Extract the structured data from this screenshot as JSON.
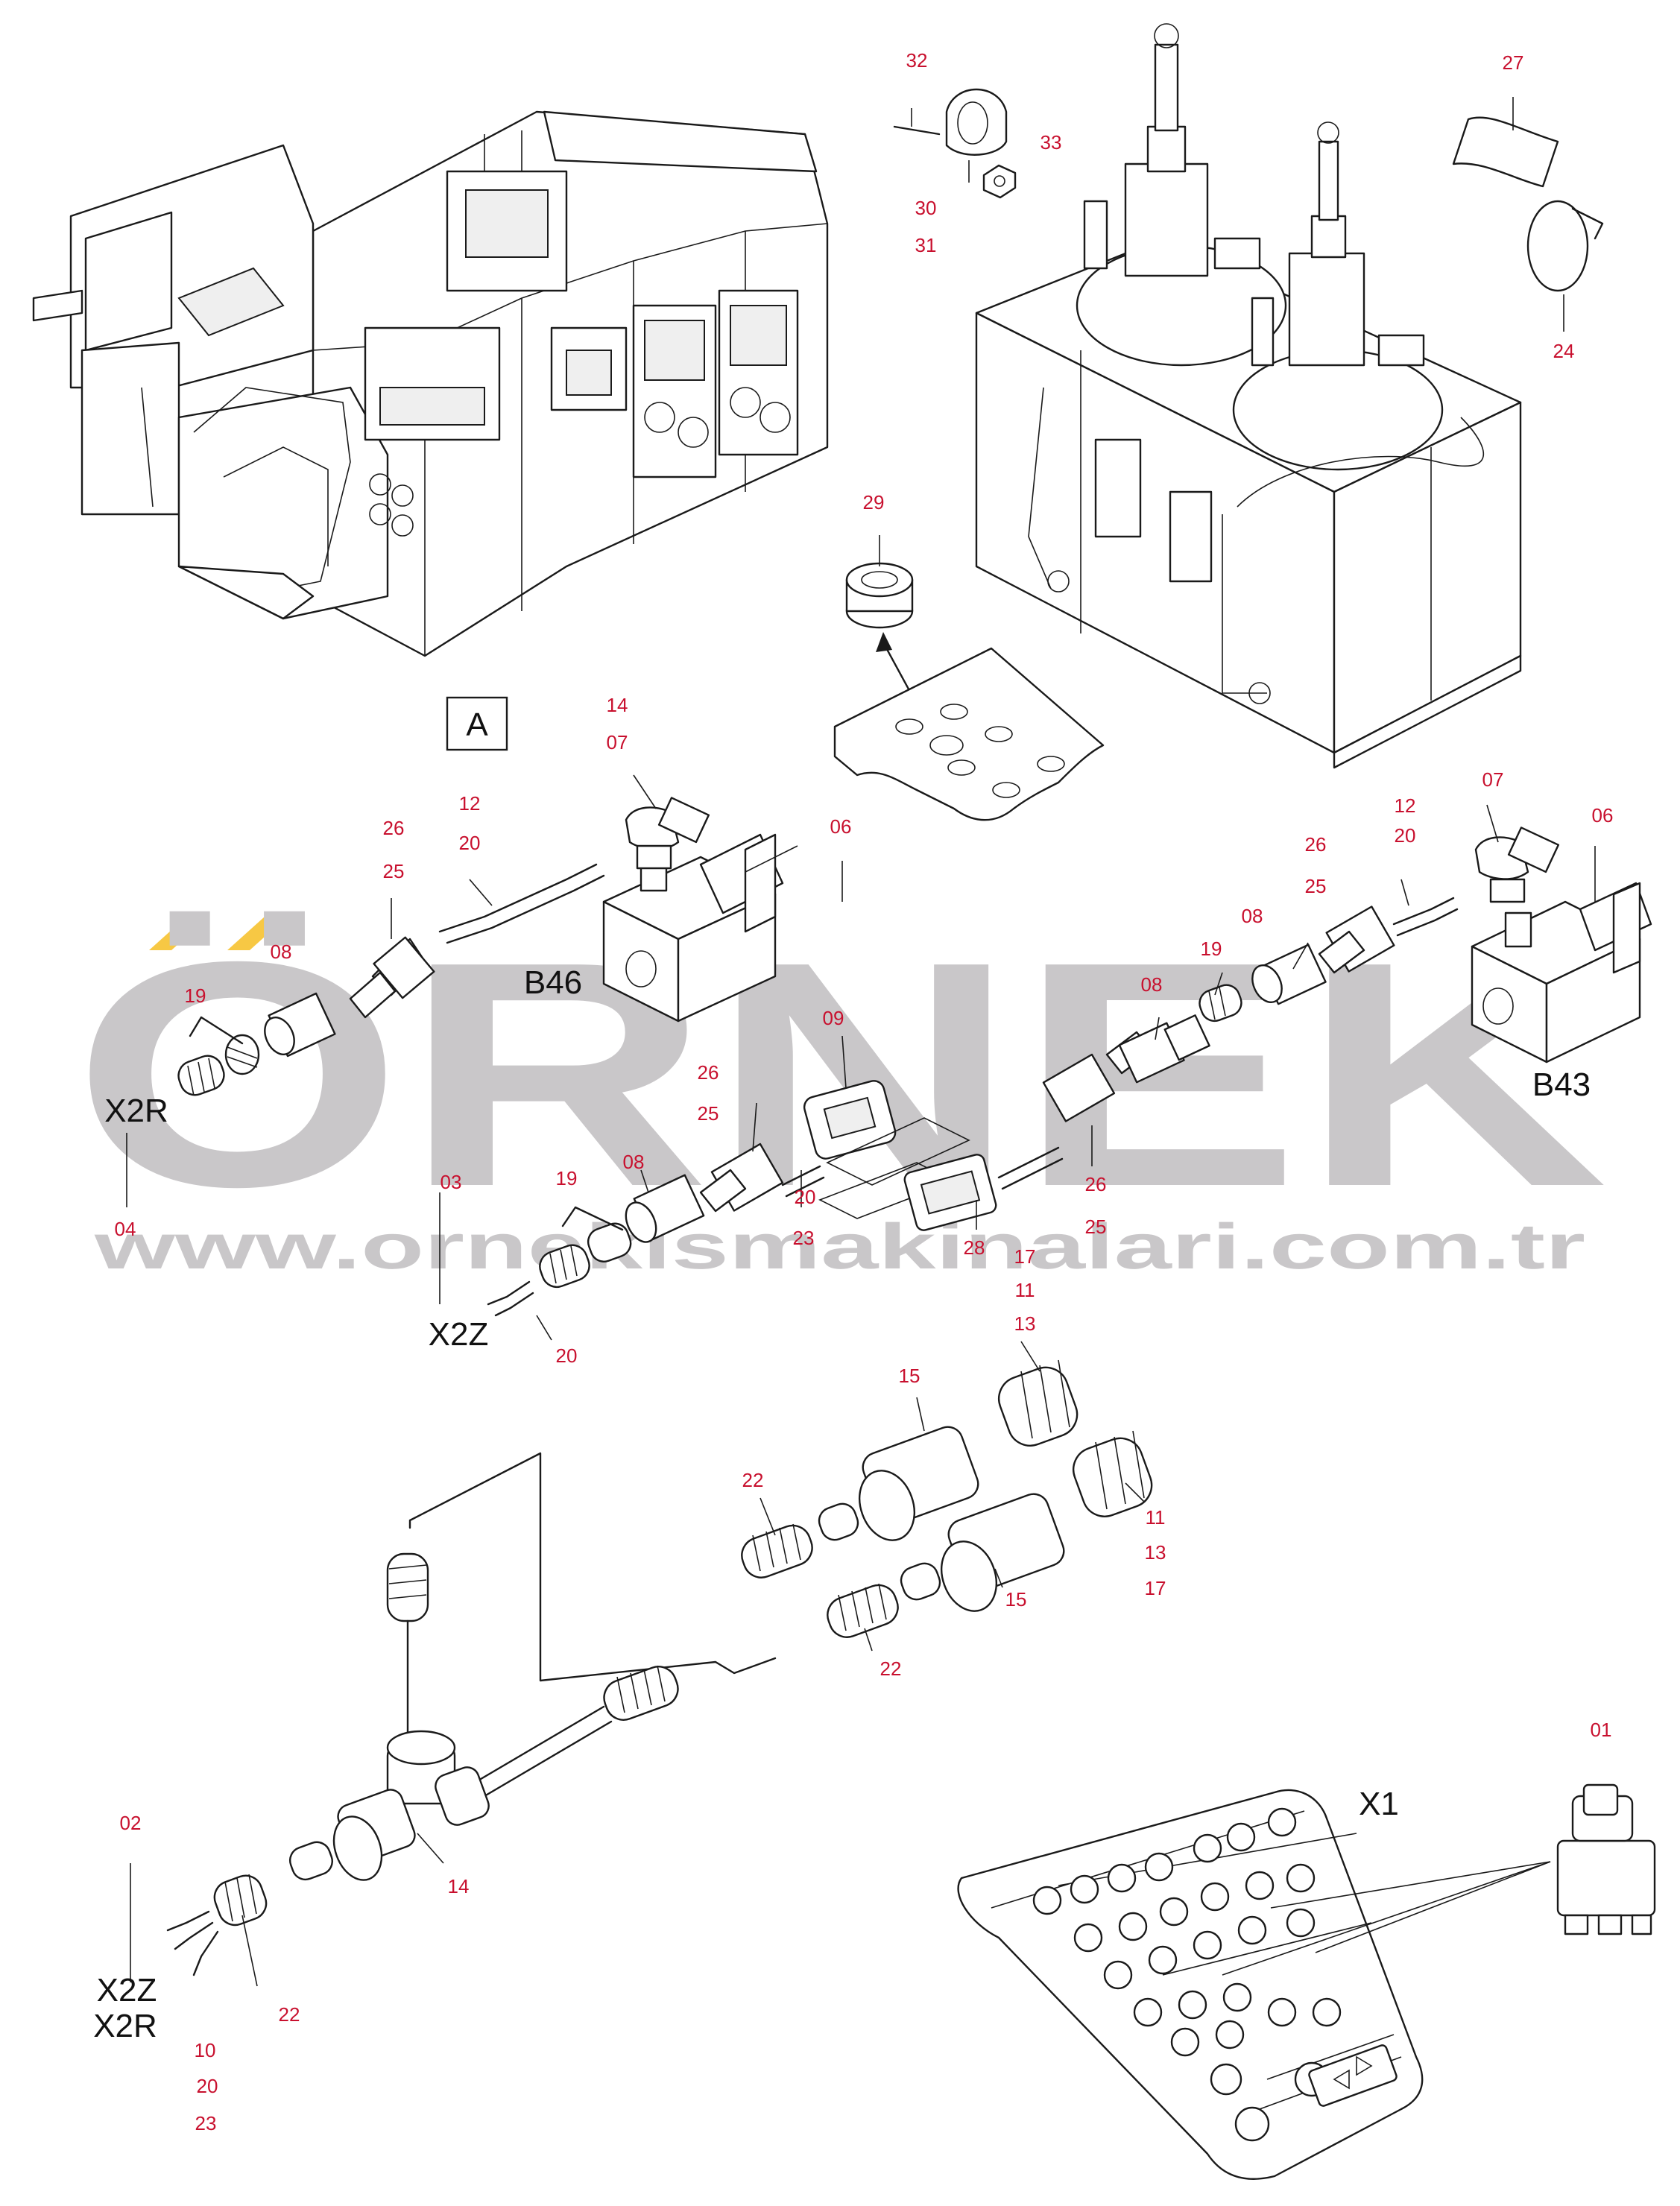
{
  "watermark": {
    "brand": "ÖRNEK",
    "url": "www.ornekismakinalari.com.tr",
    "color": "#c9c7c9",
    "accent": "#f7c844"
  },
  "label_color": "#c8102e",
  "detail_box": "A",
  "component_labels": {
    "b46": "B46",
    "b43": "B43",
    "x2r_top": "X2R",
    "x2z_mid": "X2Z",
    "x2z_bottom": "X2Z",
    "x2r_bottom": "X2R",
    "x1": "X1"
  },
  "part_numbers": [
    {
      "id": "p32",
      "text": "32"
    },
    {
      "id": "p33",
      "text": "33"
    },
    {
      "id": "p30",
      "text": "30"
    },
    {
      "id": "p31",
      "text": "31"
    },
    {
      "id": "p27",
      "text": "27"
    },
    {
      "id": "p24",
      "text": "24"
    },
    {
      "id": "p29",
      "text": "29"
    },
    {
      "id": "p14a",
      "text": "14"
    },
    {
      "id": "p07a",
      "text": "07"
    },
    {
      "id": "p12a",
      "text": "12"
    },
    {
      "id": "p20a",
      "text": "20"
    },
    {
      "id": "p26a",
      "text": "26"
    },
    {
      "id": "p25a",
      "text": "25"
    },
    {
      "id": "p06a",
      "text": "06"
    },
    {
      "id": "p08a",
      "text": "08"
    },
    {
      "id": "p19a",
      "text": "19"
    },
    {
      "id": "p04",
      "text": "04"
    },
    {
      "id": "p07b",
      "text": "07"
    },
    {
      "id": "p06b",
      "text": "06"
    },
    {
      "id": "p12b",
      "text": "12"
    },
    {
      "id": "p20b",
      "text": "20"
    },
    {
      "id": "p26b",
      "text": "26"
    },
    {
      "id": "p25b",
      "text": "25"
    },
    {
      "id": "p08b",
      "text": "08"
    },
    {
      "id": "p19b",
      "text": "19"
    },
    {
      "id": "p08c",
      "text": "08"
    },
    {
      "id": "p09",
      "text": "09"
    },
    {
      "id": "p26c",
      "text": "26"
    },
    {
      "id": "p25c",
      "text": "25"
    },
    {
      "id": "p03",
      "text": "03"
    },
    {
      "id": "p19c",
      "text": "19"
    },
    {
      "id": "p08d",
      "text": "08"
    },
    {
      "id": "p20c",
      "text": "20"
    },
    {
      "id": "p23a",
      "text": "23"
    },
    {
      "id": "p26d",
      "text": "26"
    },
    {
      "id": "p25d",
      "text": "25"
    },
    {
      "id": "p28",
      "text": "28"
    },
    {
      "id": "p17a",
      "text": "17"
    },
    {
      "id": "p11a",
      "text": "11"
    },
    {
      "id": "p13a",
      "text": "13"
    },
    {
      "id": "p20d",
      "text": "20"
    },
    {
      "id": "p15a",
      "text": "15"
    },
    {
      "id": "p22a",
      "text": "22"
    },
    {
      "id": "p11b",
      "text": "11"
    },
    {
      "id": "p13b",
      "text": "13"
    },
    {
      "id": "p17b",
      "text": "17"
    },
    {
      "id": "p15b",
      "text": "15"
    },
    {
      "id": "p22b",
      "text": "22"
    },
    {
      "id": "p01",
      "text": "01"
    },
    {
      "id": "p02",
      "text": "02"
    },
    {
      "id": "p14b",
      "text": "14"
    },
    {
      "id": "p22c",
      "text": "22"
    },
    {
      "id": "p10",
      "text": "10"
    },
    {
      "id": "p20e",
      "text": "20"
    },
    {
      "id": "p23b",
      "text": "23"
    }
  ]
}
